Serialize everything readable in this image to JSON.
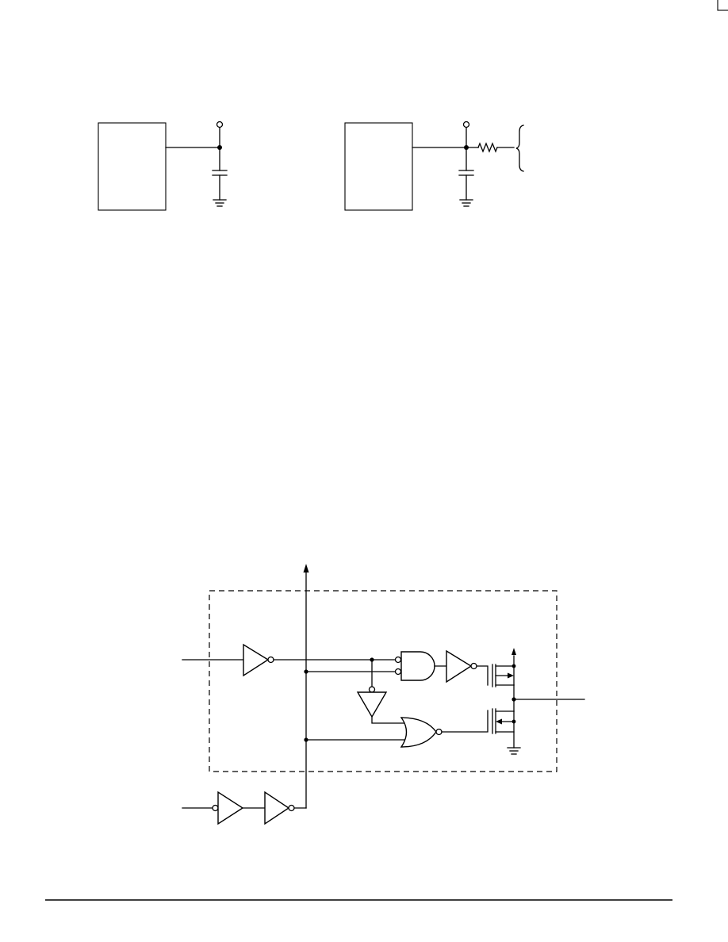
{
  "figures": [
    {
      "id": "capacitor-load-circuit",
      "components": [
        "circuit-block",
        "output-terminal",
        "junction-dot",
        "load-capacitor",
        "ground-symbol"
      ]
    },
    {
      "id": "rc-load-circuit",
      "components": [
        "circuit-block",
        "output-terminal",
        "junction-dot",
        "series-resistor",
        "load-capacitor",
        "ground-symbol",
        "brace"
      ]
    },
    {
      "id": "output-buffer-logic-diagram",
      "components": [
        "dashed-boundary",
        "inverter",
        "nand-gate",
        "nor-gate",
        "buffer",
        "pmos-transistor",
        "nmos-transistor",
        "vcc-arrow",
        "ground-symbol"
      ]
    }
  ],
  "colors": {
    "ink": "#000000",
    "paper": "#ffffff"
  }
}
